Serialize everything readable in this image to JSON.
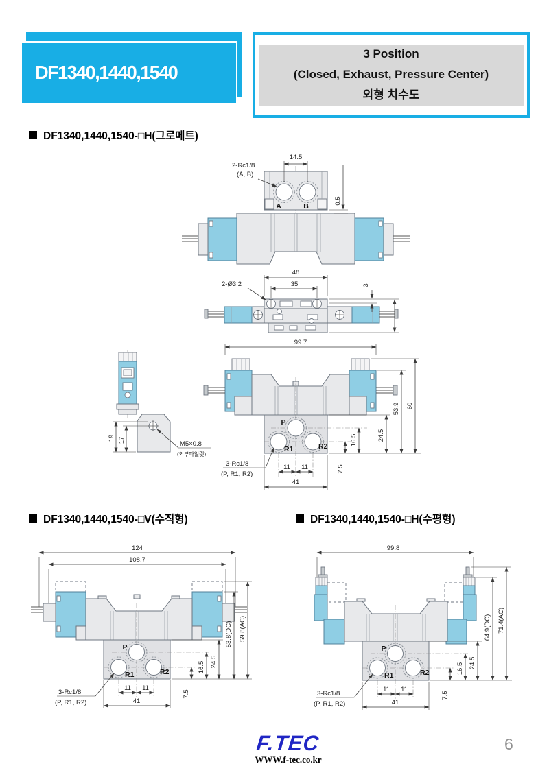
{
  "header": {
    "model": "DF1340,1440,1540",
    "line1": "3 Position",
    "line2": "(Closed, Exhaust, Pressure Center)",
    "line3": "외형 치수도"
  },
  "sections": {
    "s1": "DF1340,1440,1540-□H(그로메트)",
    "s2": "DF1340,1440,1540-□V(수직형)",
    "s3": "DF1340,1440,1540-□H(수평형)"
  },
  "colors": {
    "accent": "#18aee5",
    "solenoid_blue": "#8fcee4",
    "body_gray": "#e8e9eb"
  },
  "g1": {
    "thread_ab": "2-Rc1/8",
    "thread_ab_ports": "(A, B)",
    "dim_port_pitch": "14.5",
    "dim_offset": "0.5",
    "port_a": "A",
    "port_b": "B",
    "dim_body_w": "48",
    "dim_screw_pitch": "35",
    "screw_thread": "2-Ø3.2",
    "dim_step": "3",
    "dim_total_w": "99.7",
    "dim_h_total": "60",
    "dim_h_body": "53.9",
    "dim_manifold_h": "24.5",
    "dim_p_h": "16.5",
    "dim_r_h": "7.5",
    "dim_pitch_l": "11",
    "dim_pitch_r": "11",
    "dim_base_w": "41",
    "thread_base": "3-Rc1/8",
    "thread_base_ports": "(P, R1, R2)",
    "port_p": "P",
    "port_r1": "R1",
    "port_r2": "R2",
    "dim_side_19": "19",
    "dim_side_17": "17",
    "pilot_thread": "M5×0.8",
    "pilot_note": "(외부파일럿)"
  },
  "g2": {
    "dim_total_w": "124",
    "dim_body_w": "108.7",
    "dim_h_dc": "53.8(DC)",
    "dim_h_ac": "59.8(AC)",
    "dim_manifold_h": "24.5",
    "dim_p_h": "16.5",
    "dim_r_h": "7.5",
    "dim_pitch_l": "11",
    "dim_pitch_r": "11",
    "dim_base_w": "41",
    "thread_base": "3-Rc1/8",
    "thread_base_ports": "(P, R1, R2)",
    "port_p": "P",
    "port_r1": "R1",
    "port_r2": "R2"
  },
  "g3": {
    "dim_total_w": "99.8",
    "dim_h_dc": "64.9(DC)",
    "dim_h_ac": "71.4(AC)",
    "dim_manifold_h": "24.5",
    "dim_p_h": "16.5",
    "dim_r_h": "7.5",
    "dim_pitch_l": "11",
    "dim_pitch_r": "11",
    "dim_base_w": "41",
    "thread_base": "3-Rc1/8",
    "thread_base_ports": "(P, R1, R2)",
    "port_p": "P",
    "port_r1": "R1",
    "port_r2": "R2"
  },
  "footer": {
    "logo": "F.TEC",
    "url": "WWW.f-tec.co.kr",
    "page": "6"
  }
}
